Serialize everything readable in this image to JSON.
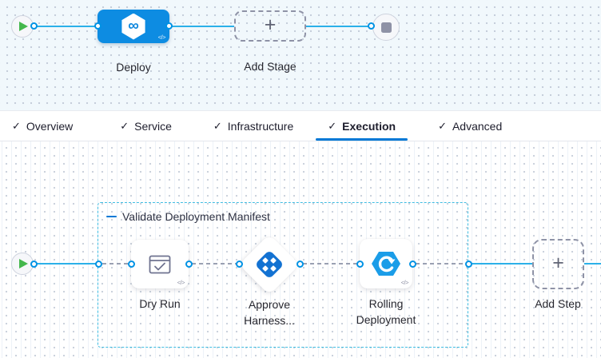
{
  "stage_canvas": {
    "deploy_stage_label": "Deploy",
    "add_stage_label": "Add Stage",
    "plus": "+",
    "code_glyph": "</>",
    "logo_glyph": "∞"
  },
  "tabs": [
    {
      "check": "✓",
      "label": "Overview",
      "active": false
    },
    {
      "check": "✓",
      "label": "Service",
      "active": false
    },
    {
      "check": "✓",
      "label": "Infrastructure",
      "active": false
    },
    {
      "check": "✓",
      "label": "Execution",
      "active": true
    },
    {
      "check": "✓",
      "label": "Advanced",
      "active": false
    }
  ],
  "execution": {
    "group_label": "Validate Deployment Manifest",
    "steps": [
      {
        "label": "Dry Run",
        "lines": [
          "Dry Run"
        ]
      },
      {
        "label": "Approve Harness...",
        "lines": [
          "Approve",
          "Harness..."
        ]
      },
      {
        "label": "Rolling Deployment",
        "lines": [
          "Rolling",
          "Deployment"
        ]
      }
    ],
    "add_step_label": "Add Step",
    "plus": "+",
    "code_glyph": "</>"
  },
  "colors": {
    "accent_blue": "#0278d5",
    "node_blue": "#0d8ce2",
    "line_blue": "#2bb0e9",
    "group_border_cyan": "#3fbde2",
    "play_green": "#44b74c",
    "port_blue": "#0092e4"
  }
}
